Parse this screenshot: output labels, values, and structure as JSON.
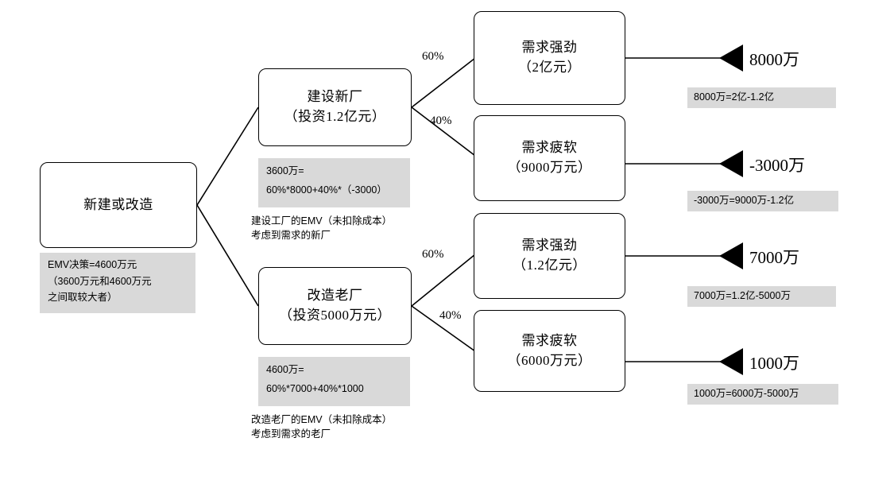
{
  "diagram": {
    "type": "decision-tree",
    "title_visible": false
  },
  "root": {
    "label": "新建或改造",
    "emv_note": {
      "line1": "EMV决策=4600万元",
      "line2": "（3600万元和4600万元",
      "line3": "之间取较大者）"
    }
  },
  "branches": [
    {
      "id": "new-plant",
      "label_line1": "建设新厂",
      "label_line2": "（投资1.2亿元）",
      "emv_box": {
        "line1": "3600万=",
        "line2": "60%*8000+40%*（-3000）"
      },
      "caption": {
        "line1": "建设工厂的EMV（未扣除成本）",
        "line2": "考虑到需求的新厂"
      },
      "outcomes": [
        {
          "probability": "60%",
          "label_line1": "需求强劲",
          "label_line2": "（2亿元）",
          "payoff": "8000万",
          "payoff_formula": "8000万=2亿-1.2亿"
        },
        {
          "probability": "40%",
          "label_line1": "需求疲软",
          "label_line2": "（9000万元）",
          "payoff": "-3000万",
          "payoff_formula": "-3000万=9000万-1.2亿"
        }
      ]
    },
    {
      "id": "upgrade-plant",
      "label_line1": "改造老厂",
      "label_line2": "（投资5000万元）",
      "emv_box": {
        "line1": "4600万=",
        "line2": "60%*7000+40%*1000"
      },
      "caption": {
        "line1": "改造老厂的EMV（未扣除成本）",
        "line2": "考虑到需求的老厂"
      },
      "outcomes": [
        {
          "probability": "60%",
          "label_line1": "需求强劲",
          "label_line2": "（1.2亿元）",
          "payoff": "7000万",
          "payoff_formula": "7000万=1.2亿-5000万"
        },
        {
          "probability": "40%",
          "label_line1": "需求疲软",
          "label_line2": "（6000万元）",
          "payoff": "1000万",
          "payoff_formula": "1000万=6000万-5000万"
        }
      ]
    }
  ],
  "colors": {
    "node_border": "#000000",
    "node_fill": "#ffffff",
    "annotation_fill": "#d9d9d9",
    "edge": "#000000",
    "page_border": "#cccccc"
  }
}
